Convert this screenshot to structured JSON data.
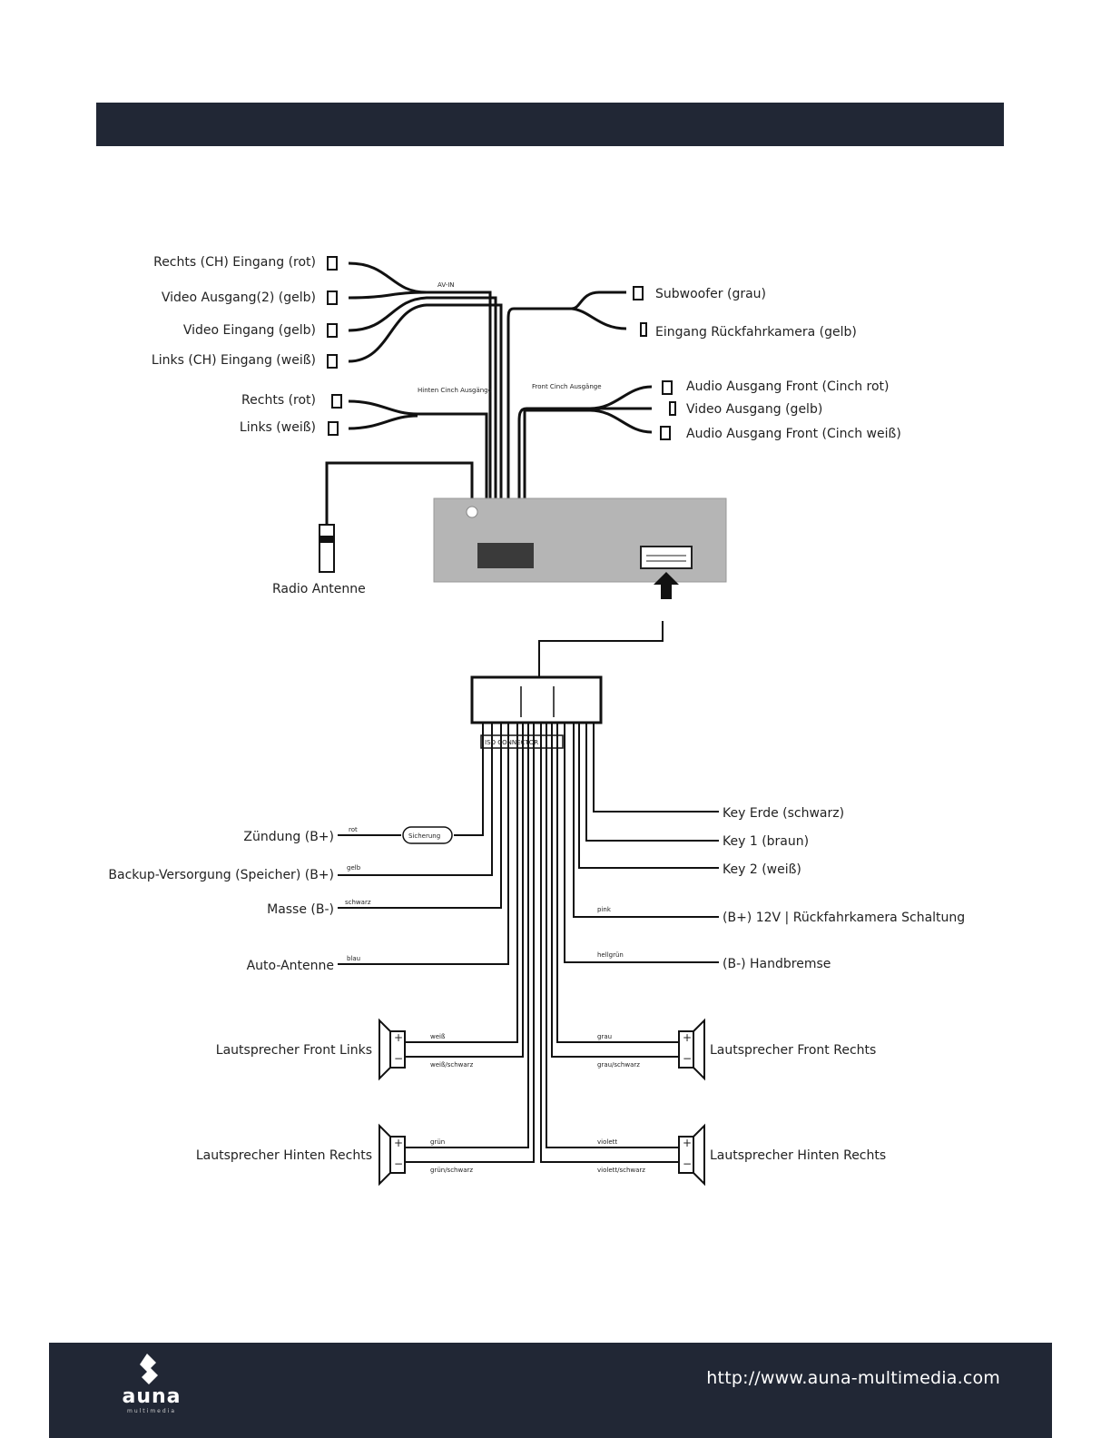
{
  "footer": {
    "url": "http://www.auna-multimedia.com",
    "logo_text": "auna",
    "logo_sub": "multimedia"
  },
  "diagram": {
    "top_left": [
      "Rechts (CH) Eingang (rot)",
      "Video Ausgang(2) (gelb)",
      "Video Eingang (gelb)",
      "Links (CH) Eingang (weiß)",
      "Rechts (rot)",
      "Links (weiß)"
    ],
    "top_left_group": "AV-IN",
    "rear_group": "Hinten Cinch Ausgänge",
    "front_group": "Front Cinch Ausgänge",
    "top_right": [
      "Subwoofer (grau)",
      "Eingang Rückfahrkamera (gelb)",
      "Audio Ausgang Front (Cinch rot)",
      "Video Ausgang (gelb)",
      "Audio Ausgang Front (Cinch weiß)"
    ],
    "antenna": "Radio Antenne",
    "iso_label": "ISO CONNECTOR",
    "fuse_label": "Sicherung",
    "left_wires": [
      {
        "label": "Zündung (B+)",
        "color": "rot"
      },
      {
        "label": "Backup-Versorgung (Speicher) (B+)",
        "color": "gelb"
      },
      {
        "label": "Masse (B-)",
        "color": "schwarz"
      },
      {
        "label": "Auto-Antenne",
        "color": "blau"
      }
    ],
    "right_wires": [
      {
        "label": "Key Erde (schwarz)",
        "color": ""
      },
      {
        "label": "Key 1 (braun)",
        "color": ""
      },
      {
        "label": "Key 2 (weiß)",
        "color": ""
      },
      {
        "label": "(B+) 12V | Rückfahrkamera Schaltung",
        "color": "pink"
      },
      {
        "label": "(B-) Handbremse",
        "color": "hellgrün"
      }
    ],
    "speakers": [
      {
        "label": "Lautsprecher Front Links",
        "plus": "weiß",
        "minus": "weiß/schwarz"
      },
      {
        "label": "Lautsprecher Front Rechts",
        "plus": "grau",
        "minus": "grau/schwarz"
      },
      {
        "label": "Lautsprecher Hinten Rechts",
        "plus": "grün",
        "minus": "grün/schwarz"
      },
      {
        "label": "Lautsprecher Hinten Rechts",
        "plus": "violett",
        "minus": "violett/schwarz"
      }
    ]
  }
}
